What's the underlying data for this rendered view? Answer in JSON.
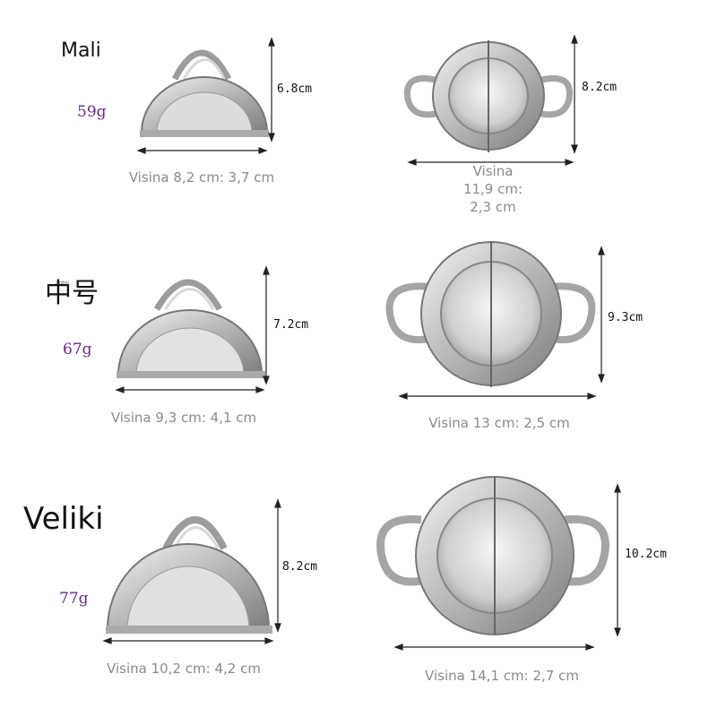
{
  "rows": [
    {
      "size_label": "Mali",
      "weight": "59g",
      "side_height": "6.8cm",
      "top_height": "8.2cm",
      "side_caption": "Visina 8,2 cm: 3,7 cm",
      "top_caption_lines": [
        "Visina",
        "11,9 cm:",
        "2,3 cm"
      ]
    },
    {
      "size_label": "中号",
      "weight": "67g",
      "side_height": "7.2cm",
      "top_height": "9.3cm",
      "side_caption": "Visina 9,3 cm: 4,1 cm",
      "top_caption": "Visina 13 cm: 2,5 cm"
    },
    {
      "size_label": "Veliki",
      "weight": "77g",
      "side_height": "8.2cm",
      "top_height": "10.2cm",
      "side_caption": "Visina 10,2 cm: 4,2 cm",
      "top_caption": "Visina 14,1 cm: 2,7 cm"
    }
  ],
  "watermark": "ozdnji",
  "colors": {
    "weight_text": "#6a2a8a",
    "caption_text": "#8a8a8a",
    "metal_light": "#e6e6e6",
    "metal_dark": "#8c8c8c"
  }
}
